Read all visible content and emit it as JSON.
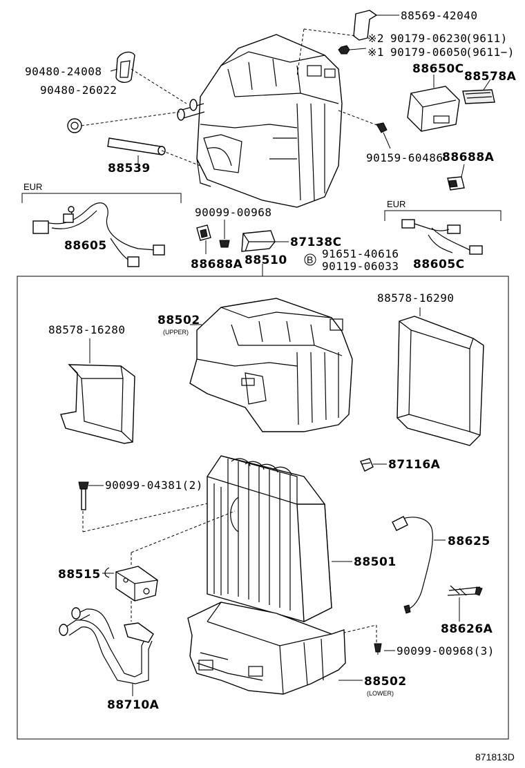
{
  "labels": {
    "p88569": "88569-42040",
    "p90179a": "90179-06230",
    "p90179a_note": "(9611)",
    "p90179b": "90179-06050",
    "p90179b_note": "(9611−)",
    "mark2": "※2",
    "mark1": "※1",
    "p90480_24008": "90480-24008",
    "p90480_26022": "90480-26022",
    "p88650c": "88650C",
    "p88578a": "88578A",
    "p88539": "88539",
    "p90159": "90159-60486",
    "p88688a_top": "88688A",
    "eur_left": "EUR",
    "p88605": "88605",
    "p90099_00968": "90099-00968",
    "p87138c": "87138C",
    "p88688a_bottom": "88688A",
    "p88510": "88510",
    "b_marker": "B",
    "p91651": "91651-40616",
    "p90119": "90119-06033",
    "eur_right": "EUR",
    "p88605c": "88605C",
    "p88578_16290": "88578-16290",
    "p88502_upper": "88502",
    "upper_note": "(UPPER)",
    "p88578_16280": "88578-16280",
    "p87116a": "87116A",
    "p90099_04381": "90099-04381(2)",
    "p88625": "88625",
    "p88515": "88515",
    "p88501": "88501",
    "p88626a": "88626A",
    "p90099_00968_3": "90099-00968(3)",
    "p88502_lower": "88502",
    "lower_note": "(LOWER)",
    "p88710a": "88710A",
    "figure_id": "871813D"
  }
}
